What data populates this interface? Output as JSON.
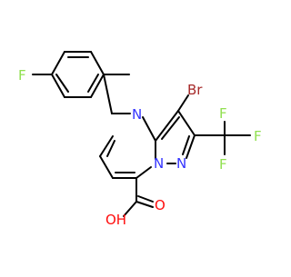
{
  "molecule": {
    "atom_labels": {
      "fluoro": "F",
      "bromo": "Br",
      "cf3_top": "F",
      "cf3_right": "F",
      "cf3_bottom": "F",
      "pyrimidine_n": "N",
      "bridge_n": "N",
      "pyrazole_n": "N",
      "carbonyl_o": "O",
      "hydroxyl": "OH"
    },
    "colors": {
      "bond": "#000000",
      "nitrogen": "#3333ff",
      "oxygen": "#ff0d0d",
      "fluorine": "#90e050",
      "bromine": "#a62929"
    }
  }
}
